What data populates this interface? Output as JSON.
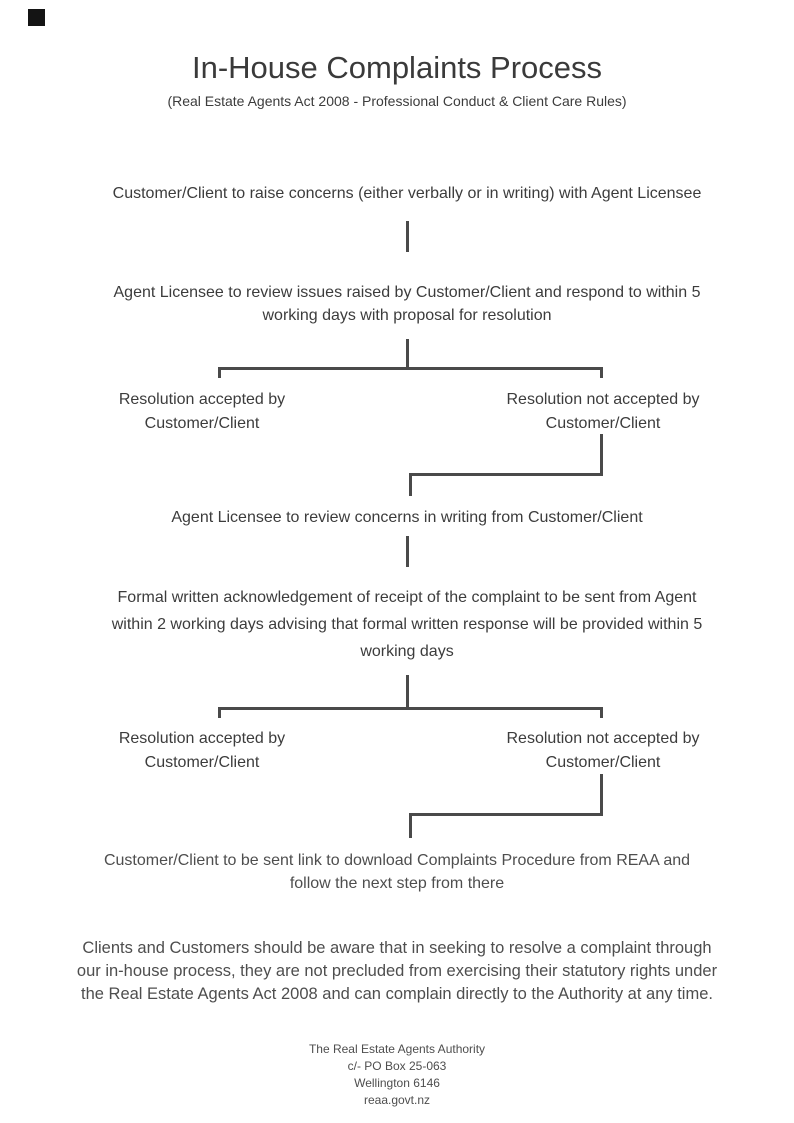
{
  "document": {
    "title": "In-House Complaints Process",
    "subtitle": "(Real Estate Agents Act 2008 - Professional Conduct & Client Care Rules)"
  },
  "flowchart": {
    "step_raise_concerns": "Customer/Client to raise concerns (either verbally or in writing) with Agent Licensee",
    "step_review_respond": [
      "Agent Licensee to review issues raised by Customer/Client and respond to within 5",
      "working days with proposal for resolution"
    ],
    "branch_top": {
      "accepted": [
        "Resolution accepted by",
        "Customer/Client"
      ],
      "not_accepted": [
        "Resolution not accepted by",
        "Customer/Client"
      ]
    },
    "step_review_written": "Agent Licensee to review concerns in writing from Customer/Client",
    "step_acknowledgement": [
      "Formal written acknowledgement of receipt of the complaint to be sent from Agent",
      "within 2 working days advising that formal written response will be provided within 5",
      "working days"
    ],
    "branch_bottom": {
      "accepted": [
        "Resolution accepted by",
        "Customer/Client"
      ],
      "not_accepted": [
        "Resolution not accepted by",
        "Customer/Client"
      ]
    },
    "step_download_link": [
      "Customer/Client to be sent link to download Complaints Procedure from REAA and",
      "follow the next step from there"
    ]
  },
  "disclaimer": [
    "Clients and Customers should be aware that in seeking to resolve a complaint through",
    "our in-house process, they are not precluded from exercising their statutory rights under",
    "the Real Estate Agents Act 2008 and can complain directly to the Authority at any time."
  ],
  "footer": [
    "The Real Estate Agents Authority",
    "c/- PO Box 25-063",
    "Wellington 6146",
    "reaa.govt.nz"
  ],
  "colors": {
    "flow_text": "#3c3c3c",
    "connector_line": "#4a4a4a",
    "body_text": "#4e4e4e",
    "corner_mark": "#141414",
    "background": "#ffffff"
  }
}
